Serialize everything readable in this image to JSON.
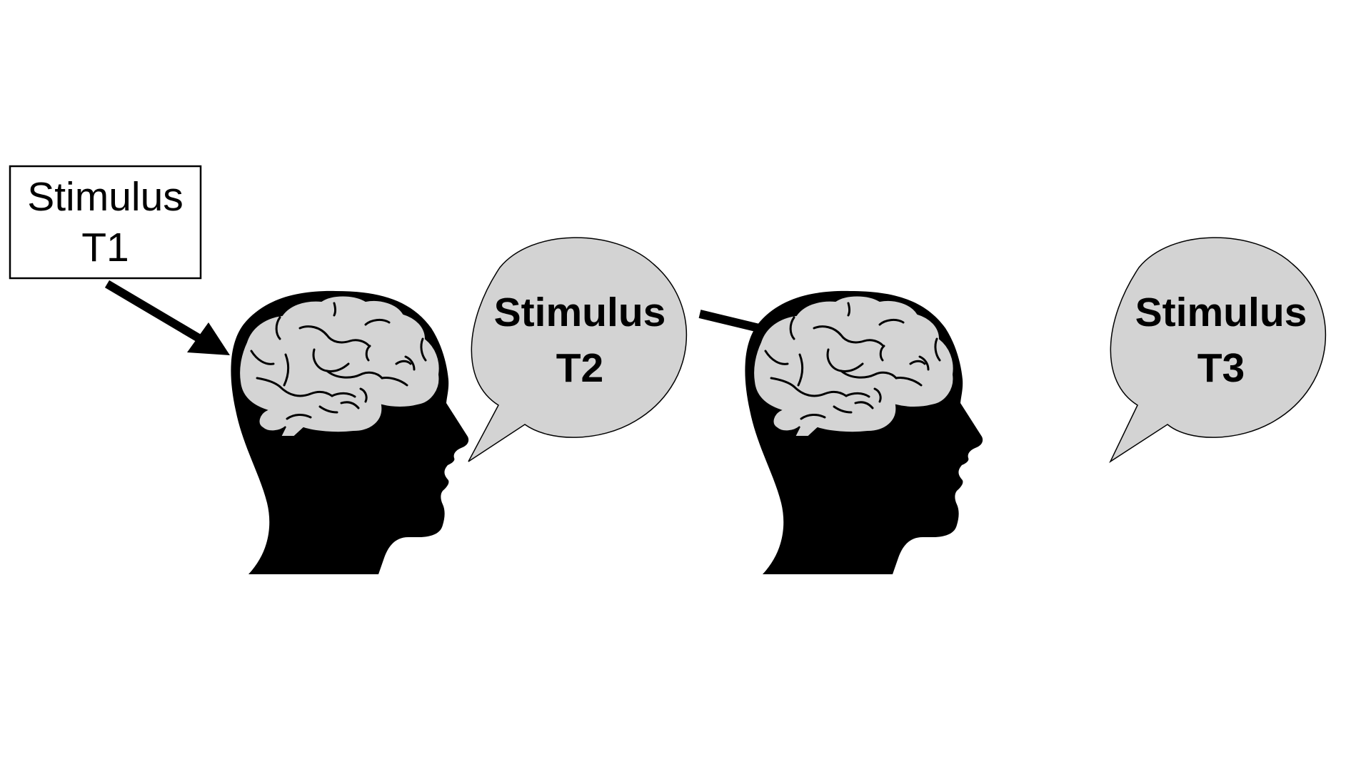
{
  "stimulus_box": {
    "line1": "Stimulus",
    "line2": "T1"
  },
  "bubbles": [
    {
      "line1": "Stimulus",
      "line2": "T2"
    },
    {
      "line1": "Stimulus",
      "line2": "T3"
    }
  ],
  "colors": {
    "head": "#000000",
    "brain": "#d4d4d4",
    "bubble_fill": "#d3d3d3",
    "box_border": "#000000",
    "background": "#ffffff"
  },
  "icons": {
    "head": "human-head-profile-with-brain",
    "arrow": "right-arrow"
  }
}
